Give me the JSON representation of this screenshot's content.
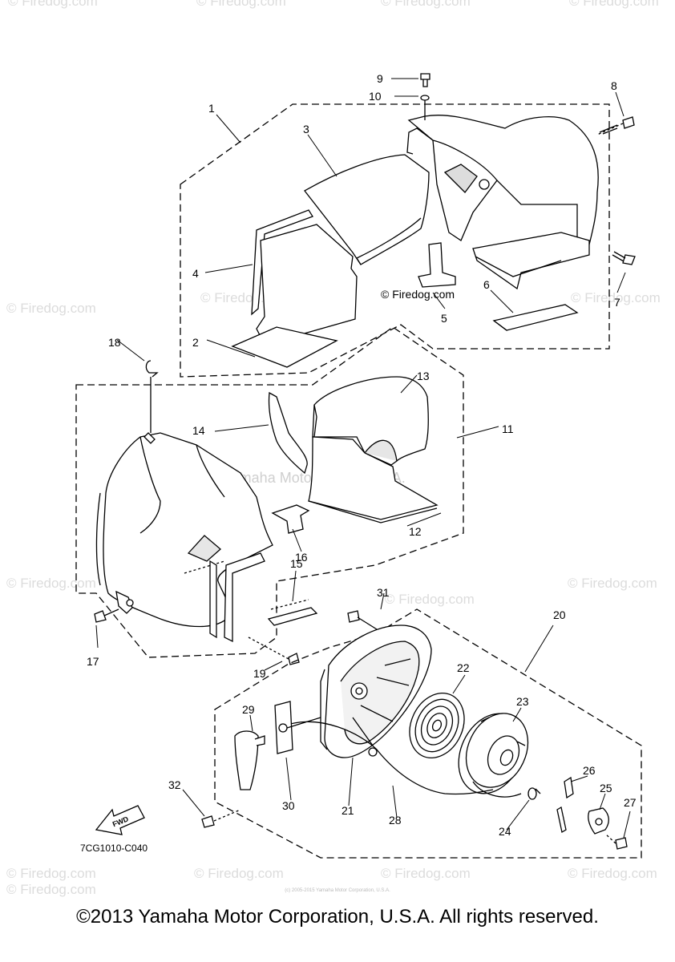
{
  "watermark": {
    "text": "© Firedog.com",
    "center_text": "Yamaha Motor Corp., U.S.A.",
    "diagram_text": "© Firedog.com"
  },
  "diagram": {
    "code": "7CG1010-C040",
    "fwd_label": "FWD",
    "part_numbers": [
      "1",
      "2",
      "3",
      "4",
      "5",
      "6",
      "7",
      "8",
      "9",
      "10",
      "11",
      "12",
      "13",
      "14",
      "15",
      "16",
      "17",
      "18",
      "19",
      "20",
      "21",
      "22",
      "23",
      "24",
      "25",
      "26",
      "27",
      "28",
      "29",
      "30",
      "31",
      "32"
    ]
  },
  "footer": {
    "small_note": "(c) 2005-2015 Yamaha Motor Corporation, U.S.A.",
    "copyright": "©2013 Yamaha Motor Corporation, U.S.A. All rights reserved."
  },
  "colors": {
    "line": "#000000",
    "watermark": "#d8d8d8",
    "fill": "#ffffff",
    "shade": "#e8e8e8"
  }
}
